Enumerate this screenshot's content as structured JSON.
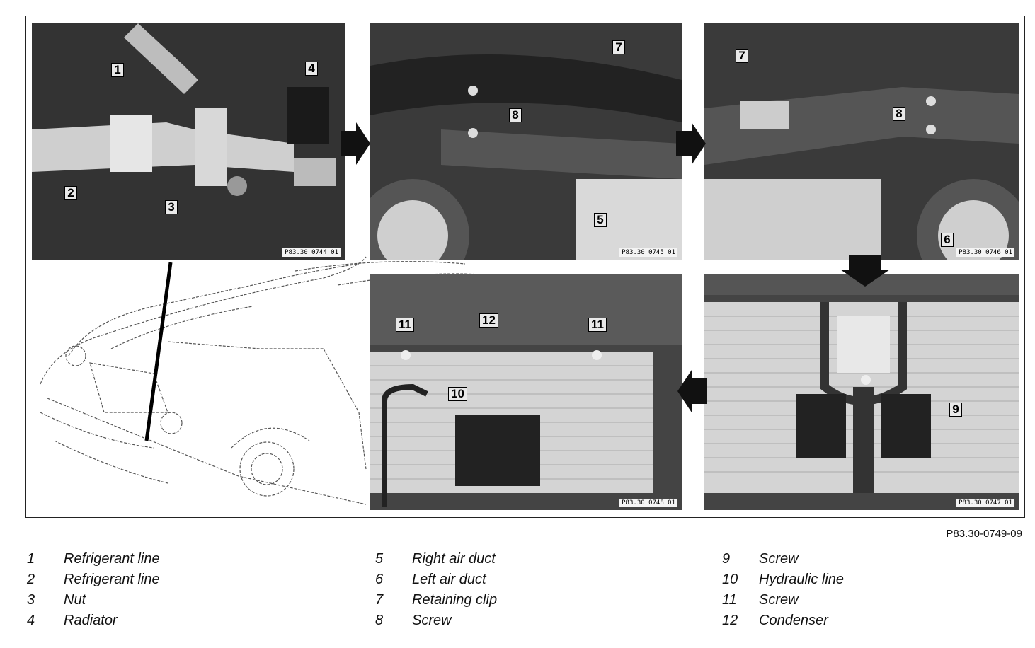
{
  "figure_ref": "P83.30-0749-09",
  "panels": [
    {
      "code": "P83.30 0744 01",
      "callouts": [
        "1",
        "4",
        "2",
        "3"
      ]
    },
    {
      "code": "P83.30 0745 01",
      "callouts": [
        "7",
        "8",
        "5"
      ]
    },
    {
      "code": "P83.30 0746 01",
      "callouts": [
        "7",
        "8",
        "6"
      ]
    },
    {
      "code": "P83.30 0748 01",
      "callouts": [
        "11",
        "12",
        "11",
        "10"
      ]
    },
    {
      "code": "P83.30 0747 01",
      "callouts": [
        "9"
      ]
    }
  ],
  "legend": [
    {
      "num": "1",
      "label": "Refrigerant line"
    },
    {
      "num": "2",
      "label": "Refrigerant line"
    },
    {
      "num": "3",
      "label": "Nut"
    },
    {
      "num": "4",
      "label": "Radiator"
    },
    {
      "num": "5",
      "label": "Right air duct"
    },
    {
      "num": "6",
      "label": "Left air duct"
    },
    {
      "num": "7",
      "label": "Retaining clip"
    },
    {
      "num": "8",
      "label": "Screw"
    },
    {
      "num": "9",
      "label": "Screw"
    },
    {
      "num": "10",
      "label": "Hydraulic line"
    },
    {
      "num": "11",
      "label": "Screw"
    },
    {
      "num": "12",
      "label": "Condenser"
    }
  ]
}
